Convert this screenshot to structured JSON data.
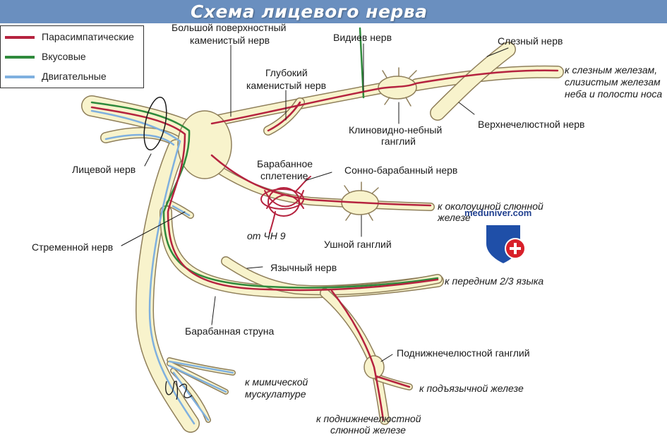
{
  "title": "Схема лицевого нерва",
  "legend": [
    {
      "label": "Парасимпатические",
      "color": "#b5233f"
    },
    {
      "label": "Вкусовые",
      "color": "#2f8a3c"
    },
    {
      "label": "Двигательные",
      "color": "#7fb0df"
    }
  ],
  "labels": {
    "greater_petrosal_1": "Большой поверхностный",
    "greater_petrosal_2": "каменистый нерв",
    "vidian": "Видиев нерв",
    "lacrimal": "Слезный нерв",
    "deep_petrosal_1": "Глубокий",
    "deep_petrosal_2": "каменистый нерв",
    "to_lacrimal_1": "к слезным железам,",
    "to_lacrimal_2": "слизистым железам",
    "to_lacrimal_3": "неба и полости носа",
    "pterygopalatine_1": "Клиновидно-небный",
    "pterygopalatine_2": "ганглий",
    "maxillary": "Верхнечелюстной нерв",
    "facial": "Лицевой нерв",
    "tympanic_plexus_1": "Барабанное",
    "tympanic_plexus_2": "сплетение",
    "caroticotympanic": "Сонно-барабанный нерв",
    "to_parotid_1": "к околоушной слюнной",
    "to_parotid_2": "железе",
    "from_cn9": "от ЧН 9",
    "otic": "Ушной ганглий",
    "stapedius": "Стременной нерв",
    "lingual": "Язычный нерв",
    "to_tongue": "к передним 2/3 языка",
    "chorda": "Барабанная струна",
    "submandibular_ganglion": "Поднижнечелюстной ганглий",
    "to_sublingual": "к подъязычной железе",
    "to_mimic_1": "к мимической",
    "to_mimic_2": "мускулатуре",
    "to_submandibular_1": "к поднижнечелюстной",
    "to_submandibular_2": "слюнной железе",
    "watermark": "meduniver.com"
  },
  "colors": {
    "nerve_fill": "#f8f3cc",
    "nerve_outline": "#8f7f5a",
    "parasympathetic": "#b5233f",
    "taste": "#2f8a3c",
    "motor": "#7fb0df",
    "shield_blue": "#1f4fa8",
    "shield_red": "#d8202a"
  }
}
